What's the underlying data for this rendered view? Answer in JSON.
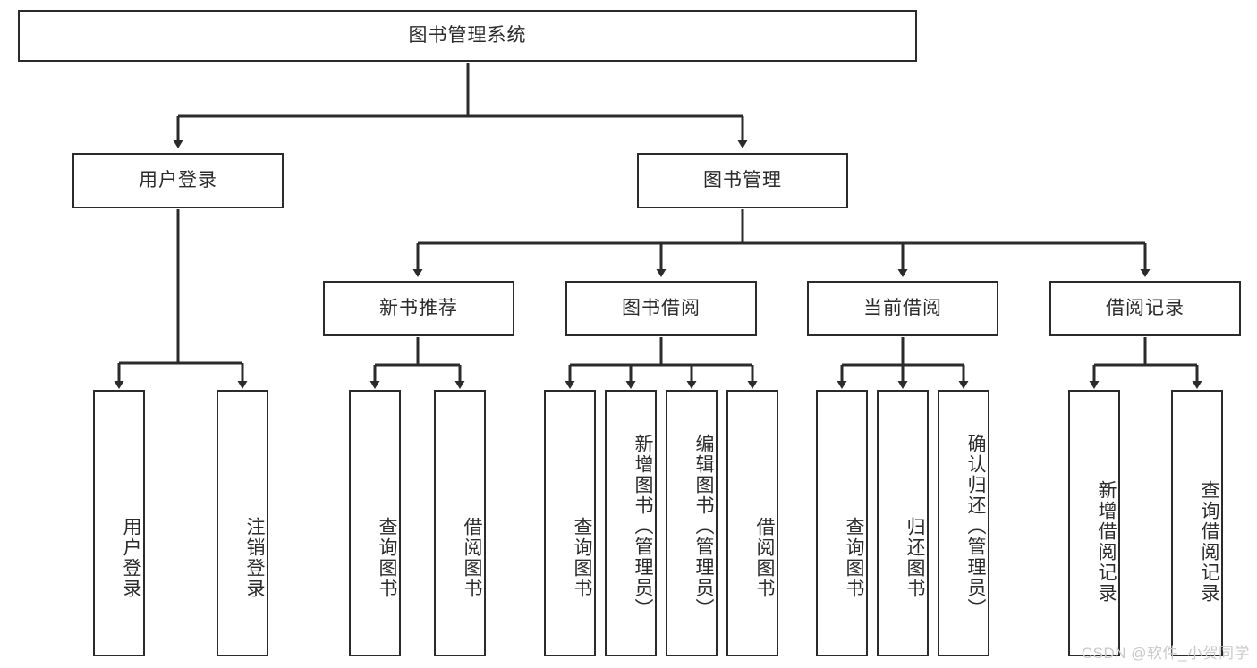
{
  "diagram": {
    "title": "图书管理系统",
    "type": "tree",
    "orientation": "top-down",
    "root": {
      "id": "root",
      "label": "图书管理系统"
    },
    "level2": [
      {
        "id": "user-login",
        "label": "用户登录"
      },
      {
        "id": "book-manage",
        "label": "图书管理"
      }
    ],
    "level3": [
      {
        "id": "new-book-recommend",
        "label": "新书推荐",
        "parent": "book-manage"
      },
      {
        "id": "book-borrow",
        "label": "图书借阅",
        "parent": "book-manage"
      },
      {
        "id": "current-borrow",
        "label": "当前借阅",
        "parent": "book-manage"
      },
      {
        "id": "borrow-record",
        "label": "借阅记录",
        "parent": "book-manage"
      }
    ],
    "leaves": [
      {
        "id": "leaf-user-login",
        "label": "用户登录",
        "parent": "user-login"
      },
      {
        "id": "leaf-logout-login",
        "label": "注销登录",
        "parent": "user-login"
      },
      {
        "id": "leaf-query-book-1",
        "label": "查询图书",
        "parent": "new-book-recommend"
      },
      {
        "id": "leaf-borrow-book-1",
        "label": "借阅图书",
        "parent": "new-book-recommend"
      },
      {
        "id": "leaf-query-book-2",
        "label": "查询图书",
        "parent": "book-borrow"
      },
      {
        "id": "leaf-add-book",
        "label": "新增图书（管理员）",
        "parent": "book-borrow"
      },
      {
        "id": "leaf-edit-book",
        "label": "编辑图书（管理员）",
        "parent": "book-borrow"
      },
      {
        "id": "leaf-borrow-book-2",
        "label": "借阅图书",
        "parent": "book-borrow"
      },
      {
        "id": "leaf-query-book-3",
        "label": "查询图书",
        "parent": "current-borrow"
      },
      {
        "id": "leaf-return-book",
        "label": "归还图书",
        "parent": "current-borrow"
      },
      {
        "id": "leaf-confirm-return",
        "label": "确认归还（管理员）",
        "parent": "current-borrow"
      },
      {
        "id": "leaf-add-record",
        "label": "新增借阅记录",
        "parent": "borrow-record"
      },
      {
        "id": "leaf-query-record",
        "label": "查询借阅记录",
        "parent": "borrow-record"
      }
    ],
    "colors": {
      "stroke": "#2b2b2b",
      "fill": "#ffffff",
      "text": "#2b2b2b",
      "watermark": "#c9c9c9"
    }
  },
  "watermark": {
    "text": "CSDN @软件_小贺同学"
  }
}
